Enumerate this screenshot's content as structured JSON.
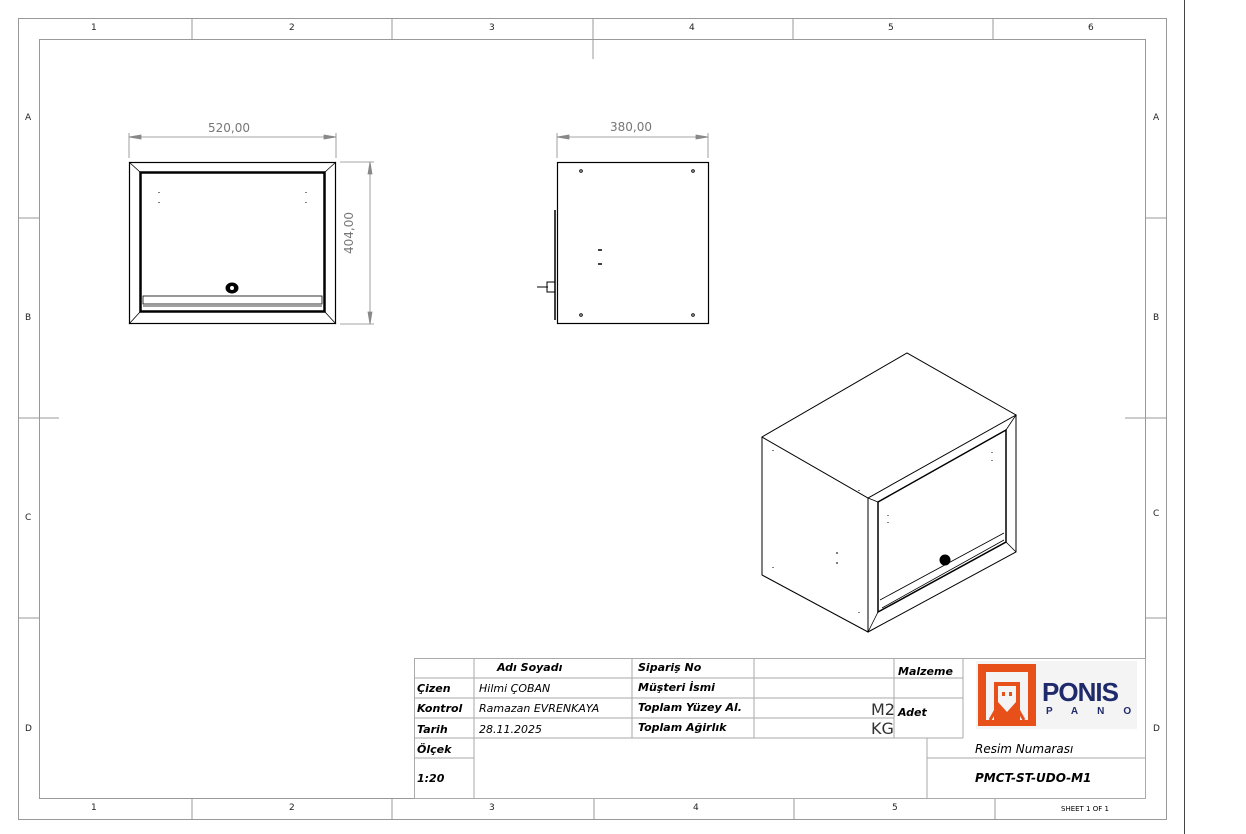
{
  "zones": {
    "columns": [
      "1",
      "2",
      "3",
      "4",
      "5",
      "6"
    ],
    "rows": [
      "A",
      "B",
      "C",
      "D"
    ]
  },
  "dimensions": {
    "front_width": "520,00",
    "front_height": "404,00",
    "side_depth": "380,00"
  },
  "title_block": {
    "header_name": "Adı Soyadı",
    "drawn_label": "Çizen",
    "drawn_value": "Hilmi ÇOBAN",
    "check_label": "Kontrol",
    "check_value": "Ramazan EVRENKAYA",
    "date_label": "Tarih",
    "date_value": "28.11.2025",
    "scale_label": "Ölçek",
    "scale_value": "1:20",
    "order_label": "Sipariş No",
    "customer_label": "Müşteri İsmi",
    "surface_label": "Toplam Yüzey Al.",
    "surface_unit": "M2",
    "weight_label": "Toplam Ağirlık",
    "weight_unit": "KG",
    "material_label": "Malzeme",
    "quantity_label": "Adet",
    "drawing_no_label": "Resim Numarası",
    "drawing_no_value": "PMCT-ST-UDO-M1",
    "sheet": "SHEET 1 OF 1"
  },
  "logo": {
    "name": "PONIS",
    "sub": "PANO",
    "brand_orange": "#e8501a",
    "brand_navy": "#1f2a6b"
  }
}
